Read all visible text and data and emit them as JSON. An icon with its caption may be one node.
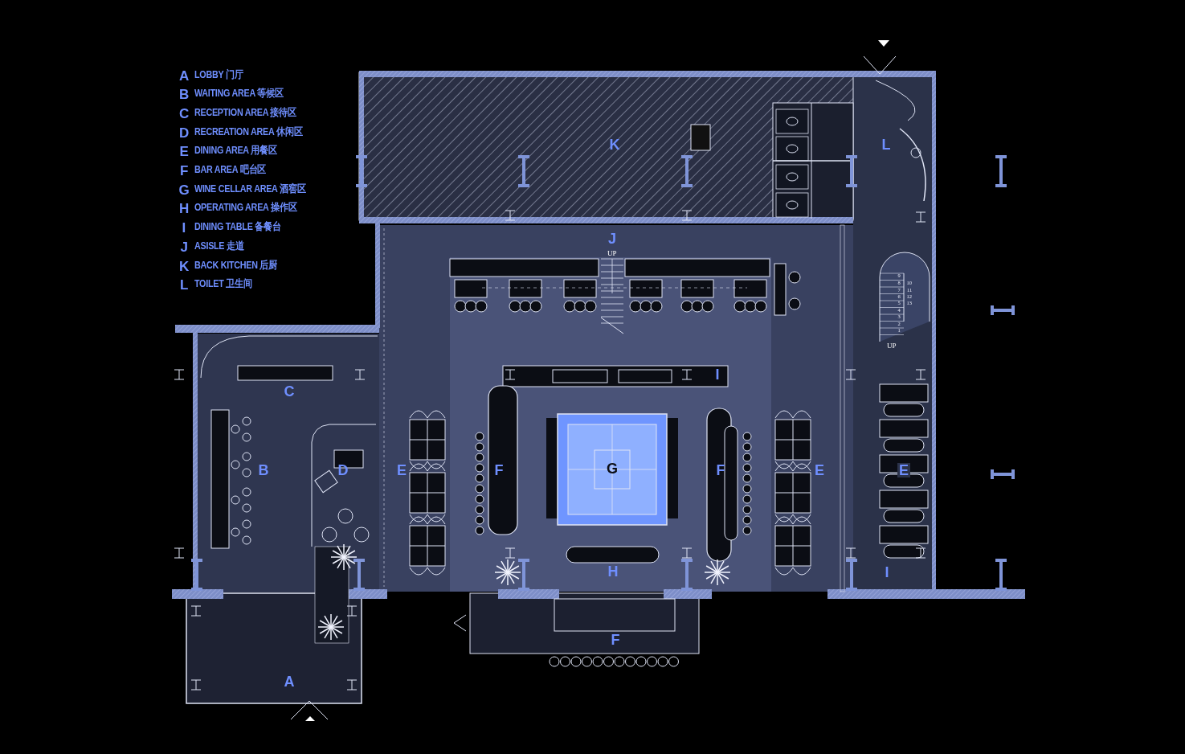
{
  "diagram": {
    "labels": [
      "A",
      "LOBBY 门厅",
      "B",
      "WAITING AREA 等候区",
      "C",
      "RECEPTION AREA  接待区",
      "D",
      "RECREATION AREA 休闲区",
      "E",
      "DINING  AREA 用餐区",
      "F",
      "BAR AREA 吧台区",
      "G",
      "WINE  CELLAR  AREA 酒窖区",
      "H",
      "OPERATING  AREA 操作区",
      "I",
      "DINING  TABLE  备餐台",
      "J",
      "ASISLE  走道",
      "K",
      "BACK KITCHEN   后厨",
      "L",
      "TOILET 卫生间",
      "K",
      "L",
      "J",
      "UP",
      "9",
      "8",
      "10",
      "7",
      "11",
      "6",
      "12",
      "5",
      "13",
      "4",
      "3",
      "2",
      "1",
      "UP",
      "C",
      "I",
      "B",
      "D",
      "E",
      "F",
      "G",
      "F",
      "E",
      "E",
      "H",
      "I",
      "F",
      "A"
    ]
  }
}
